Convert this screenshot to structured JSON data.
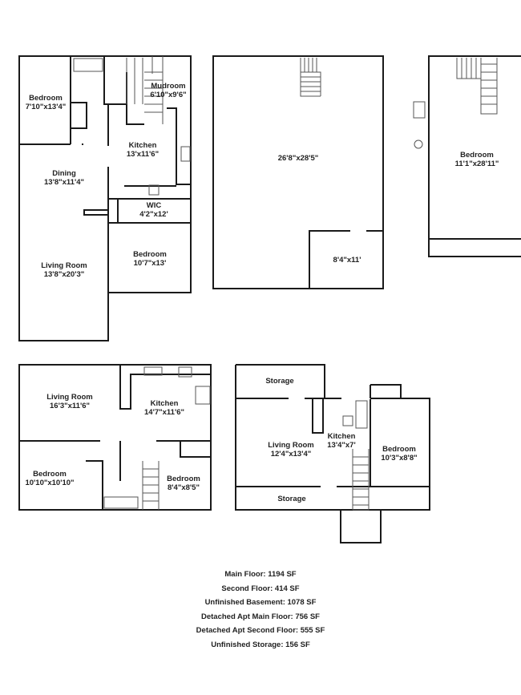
{
  "plans": {
    "main_floor": {
      "rooms": [
        {
          "name": "Bedroom",
          "size": "7'10\"x13'4\""
        },
        {
          "name": "Mudroom",
          "size": "6'10\"x9'6\""
        },
        {
          "name": "Kitchen",
          "size": "13'x11'6\""
        },
        {
          "name": "Dining",
          "size": "13'8\"x11'4\""
        },
        {
          "name": "WIC",
          "size": "4'2\"x12'"
        },
        {
          "name": "Bedroom",
          "size": "10'7\"x13'"
        },
        {
          "name": "Living Room",
          "size": "13'8\"x20'3\""
        }
      ]
    },
    "basement": {
      "rooms": [
        {
          "size": "26'8\"x28'5\""
        },
        {
          "size": "8'4\"x11'"
        }
      ]
    },
    "second_floor": {
      "rooms": [
        {
          "name": "Bedroom",
          "size": "11'1\"x28'11\""
        }
      ]
    },
    "apt_main_floor": {
      "rooms": [
        {
          "name": "Living Room",
          "size": "16'3\"x11'6\""
        },
        {
          "name": "Kitchen",
          "size": "14'7\"x11'6\""
        },
        {
          "name": "Bedroom",
          "size": "10'10\"x10'10\""
        },
        {
          "name": "Bedroom",
          "size": "8'4\"x8'5\""
        }
      ]
    },
    "apt_second_floor": {
      "rooms": [
        {
          "name": "Storage"
        },
        {
          "name": "Living Room",
          "size": "12'4\"x13'4\""
        },
        {
          "name": "Kitchen",
          "size": "13'4\"x7'"
        },
        {
          "name": "Bedroom",
          "size": "10'3\"x8'8\""
        },
        {
          "name": "Storage"
        }
      ]
    }
  },
  "summary": [
    "Main Floor: 1194 SF",
    "Second Floor: 414 SF",
    "Unfinished Basement: 1078 SF",
    "Detached Apt Main Floor: 756 SF",
    "Detached Apt Second Floor: 555 SF",
    "Unfinished Storage: 156 SF"
  ]
}
